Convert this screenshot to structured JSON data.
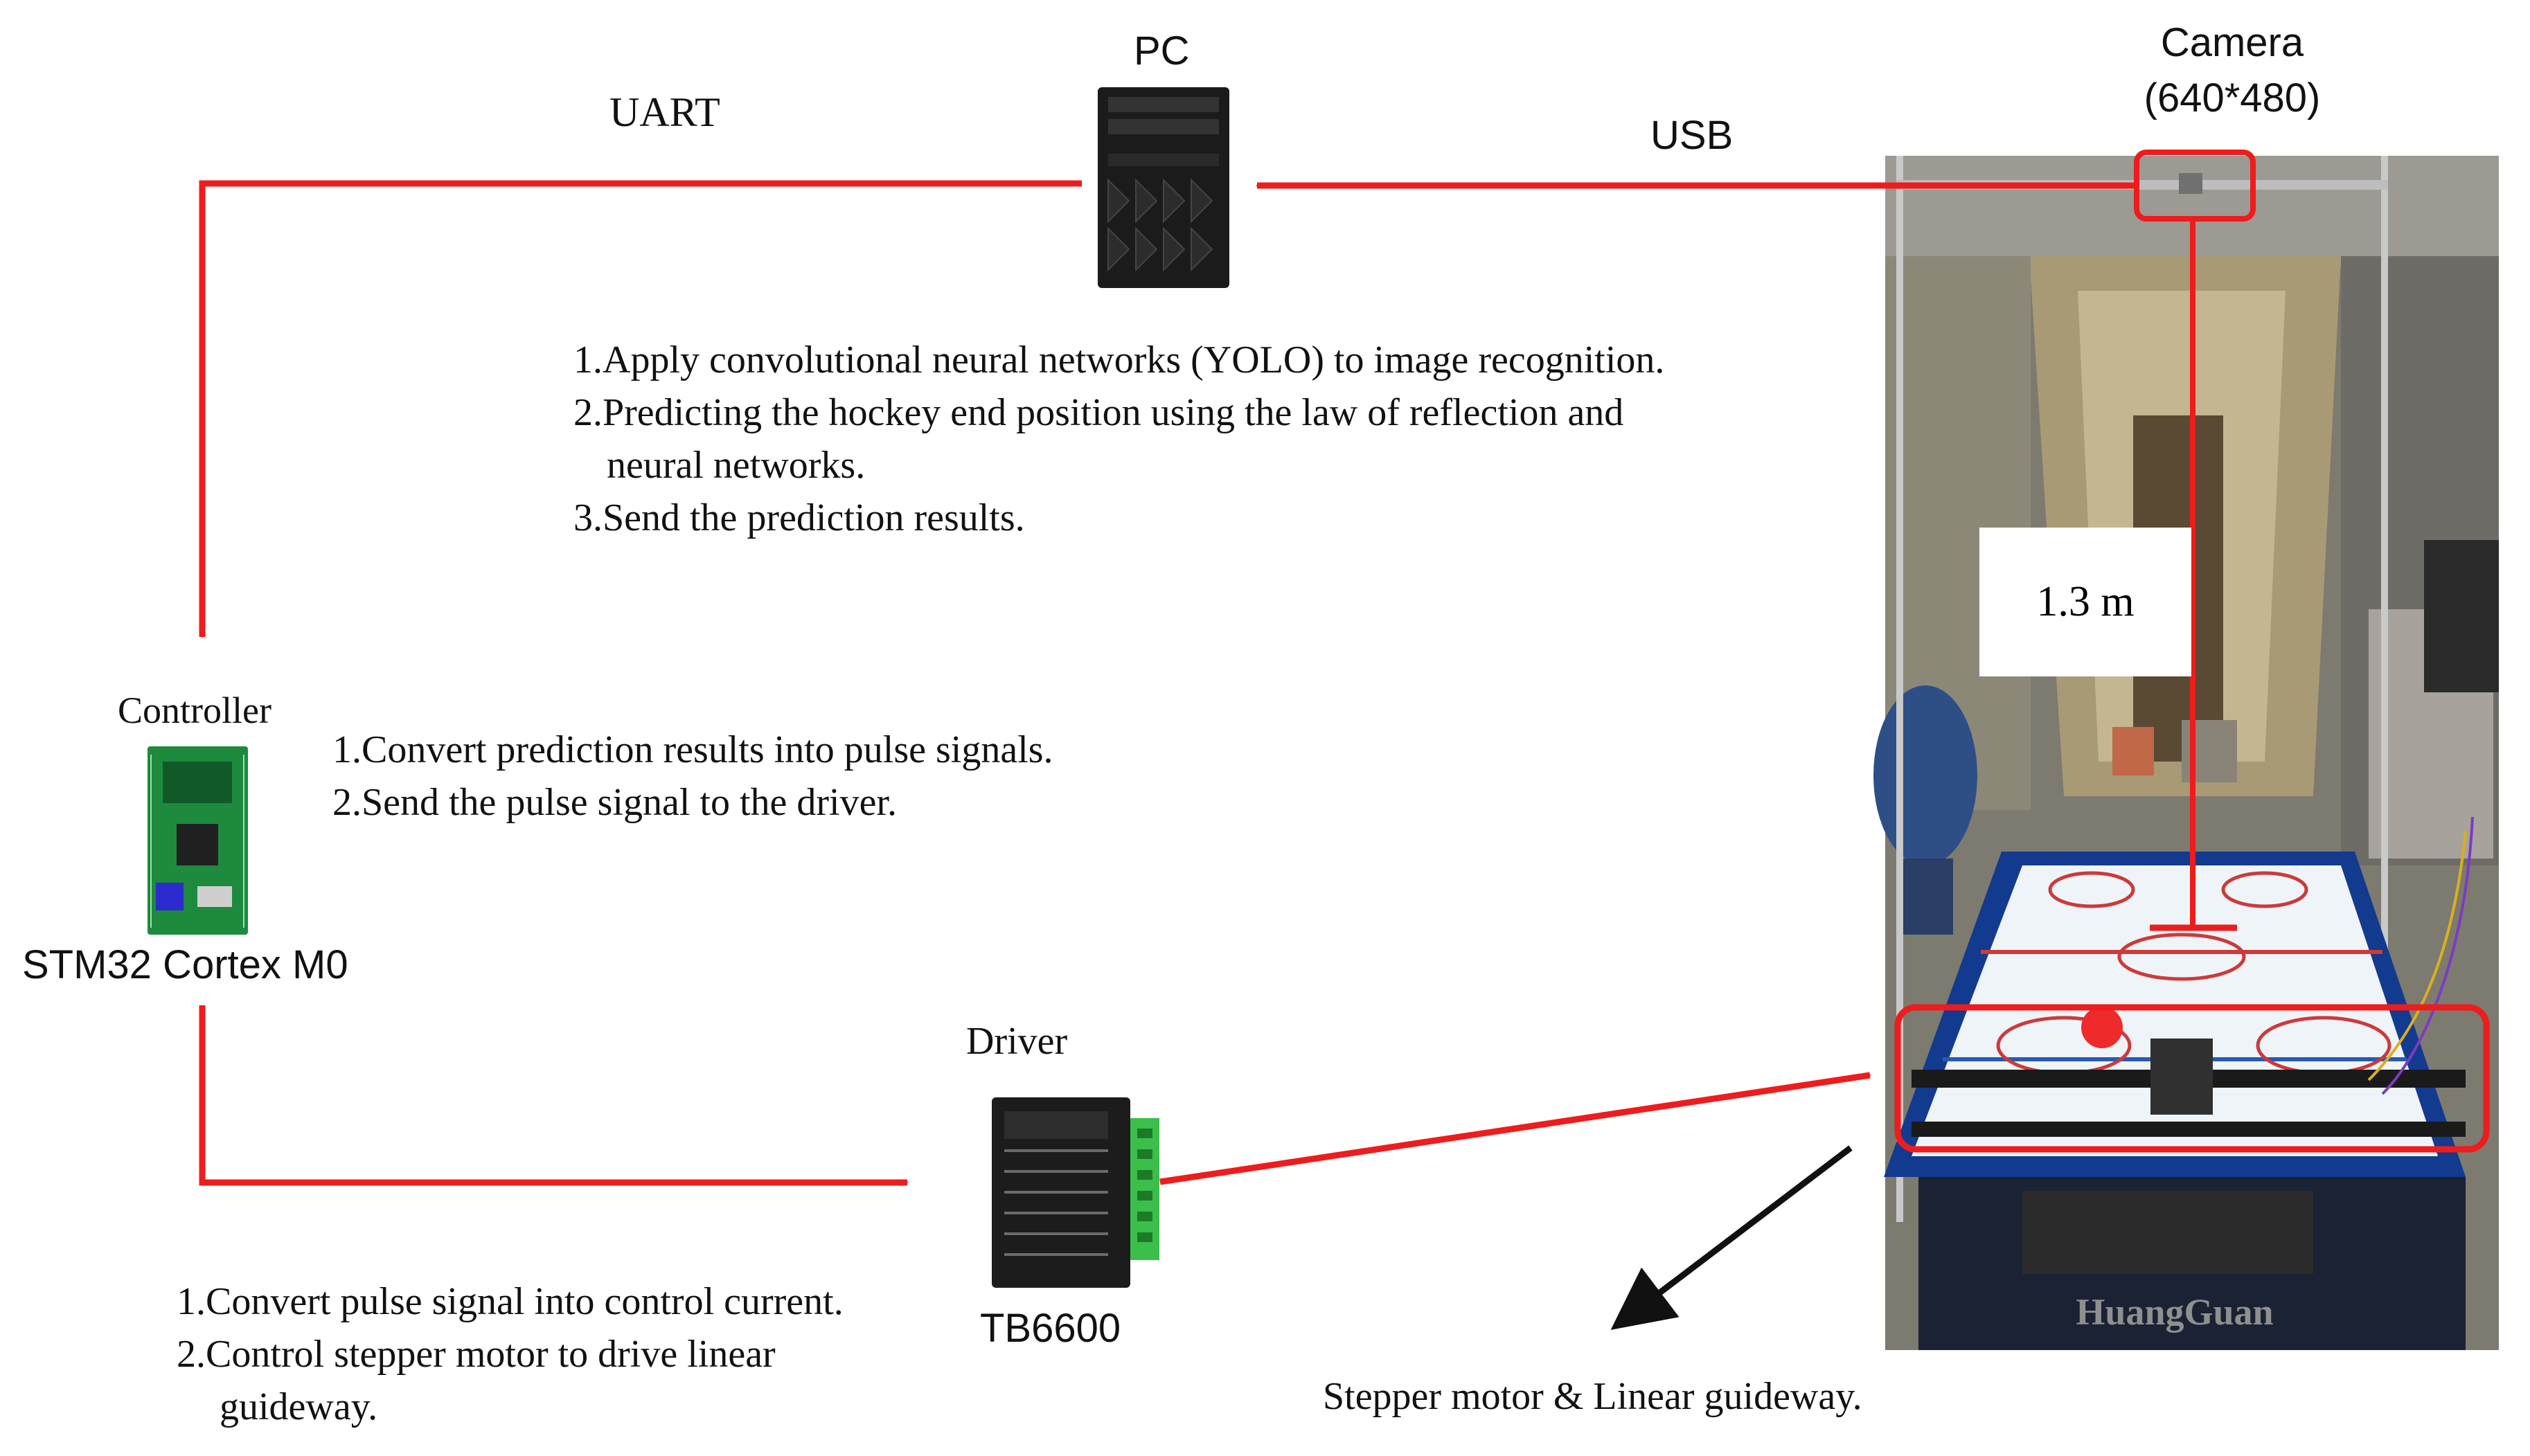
{
  "colors": {
    "arrow": "#ee1c1c",
    "black_arrow": "#111111"
  },
  "nodes": {
    "pc": {
      "label": "PC",
      "icon": "pc-tower-icon"
    },
    "camera": {
      "label": "Camera",
      "resolution": "(640*480)",
      "icon": "camera-icon"
    },
    "controller": {
      "label": "Controller",
      "model": "STM32 Cortex M0",
      "icon": "circuit-board-icon"
    },
    "driver": {
      "label": "Driver",
      "model": "TB6600",
      "icon": "stepper-driver-icon"
    },
    "table": {
      "brand": "HuangGuan",
      "icon": "air-hockey-table-photo"
    }
  },
  "edges": {
    "uart": "UART",
    "usb": "USB"
  },
  "distance": "1.3 m",
  "pc_steps": [
    "1.Apply convolutional neural networks  (YOLO) to image recognition.",
    "2.Predicting the hockey end position using the law of reflection and",
    "neural networks.",
    "3.Send the prediction results."
  ],
  "controller_steps": [
    "1.Convert prediction results into pulse signals.",
    "2.Send the pulse signal to the driver."
  ],
  "driver_steps": [
    "1.Convert pulse signal into control current.",
    "2.Control stepper motor to drive linear",
    "guideway."
  ],
  "motor_caption": "Stepper motor & Linear guideway."
}
